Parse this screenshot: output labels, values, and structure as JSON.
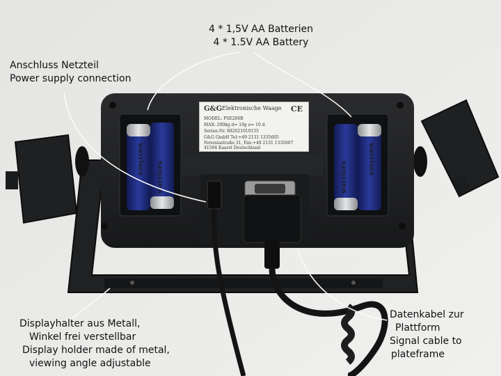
{
  "labels": {
    "battery": {
      "line1": "4 * 1,5V AA Batterien",
      "line2": "4 * 1.5V AA Battery"
    },
    "power": {
      "line1": "Anschluss Netzteil",
      "line2": "Power supply connection"
    },
    "holder": {
      "line1": "Displayhalter aus Metall,",
      "line2": "Winkel frei verstellbar",
      "line3": "Display holder made of metal,",
      "line4": "viewing angle adjustable"
    },
    "cable": {
      "line1": "Datenkabel zur",
      "line2": "Plattform",
      "line3": "Signal cable to",
      "line4": "plateframe"
    }
  },
  "nameplate": {
    "brand": "G&G",
    "description": "Elektronische Waage",
    "ce_mark": "CE",
    "model": "MODEL: PSE200B",
    "specs": "MAX: 200kg   d= 10g     e= 10 d",
    "serial": "Serien-Nr. 882021010155",
    "company": "G&G GmbH            Tel:+49 2131 1335605",
    "street": "Novesiastraße 31,   Fax:+49 2131 1335607",
    "city": "41564 Kaarst Deutschland"
  },
  "battery_brand": "warriors",
  "colors": {
    "background": "#e9e9e7",
    "housing": "#1e1f21",
    "battery_blue": "#1d2a7a",
    "battery_silver": "#c9cacb",
    "cable": "#141414"
  }
}
